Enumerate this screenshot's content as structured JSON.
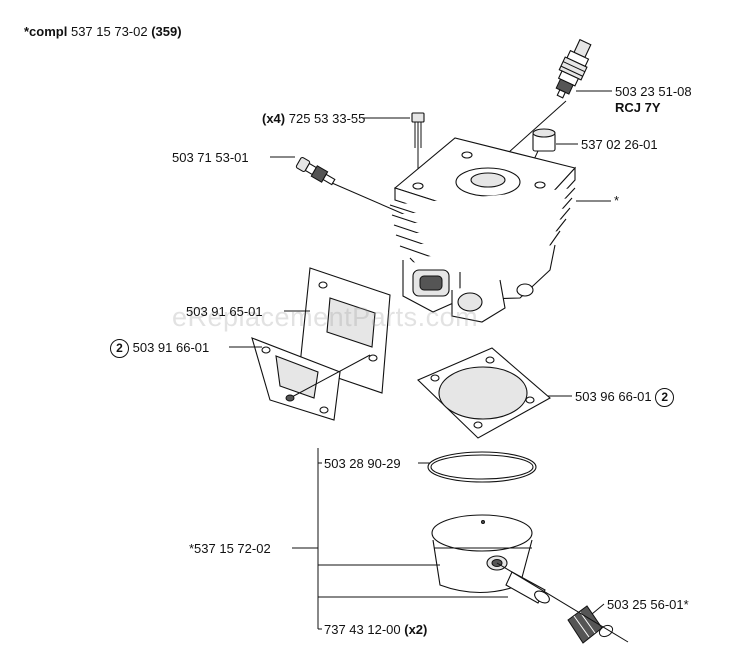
{
  "header": {
    "prefix": "*compl",
    "number": "537 15 73-02",
    "count": "(359)"
  },
  "watermark": "eReplacementParts.com",
  "labels": {
    "spark_plug_number": "503 23 51-08",
    "spark_plug_type": "RCJ 7Y",
    "screw_qty": "(x4)",
    "screw_number": "725 53 33-55",
    "cap_number": "537 02 26-01",
    "valve_number": "503 71 53-01",
    "cylinder_marker": "*",
    "plate_number": "503 91 65-01",
    "gasket_left_circle": "2",
    "gasket_left_number": "503 91 66-01",
    "gasket_base_number": "503 96 66-01",
    "gasket_base_circle": "2",
    "ring_number": "503 28 90-29",
    "piston_number": "*537 15 72-02",
    "bearing_number": "503 25 56-01*",
    "circlip_number": "737 43 12-00",
    "circlip_qty": "(x2)"
  }
}
